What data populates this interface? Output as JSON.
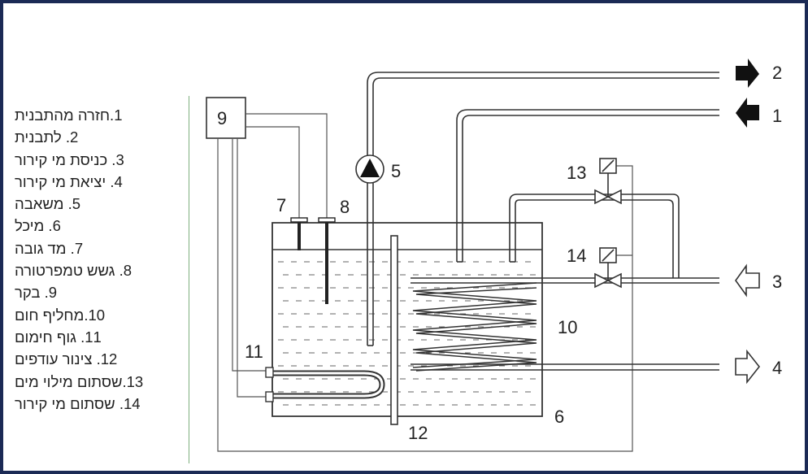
{
  "legend": [
    "1.חזרה מהתבנית",
    "2. לתבנית",
    "3. כניסת מי קירור",
    "4. יציאת מי קירור",
    "5. משאבה",
    "6. מיכל",
    "7. מד גובה",
    "8. גשש טמפרטורה",
    "9. בקר",
    "10.מחליף חום",
    "11. גוף חימום",
    "12. צינור עודפים",
    "13.שסתום מילוי מים",
    "14. שסתום מי קירור"
  ],
  "labels": {
    "n1": "1",
    "n2": "2",
    "n3": "3",
    "n4": "4",
    "n5": "5",
    "n6": "6",
    "n7": "7",
    "n8": "8",
    "n9": "9",
    "n10": "10",
    "n11": "11",
    "n12": "12",
    "n13": "13",
    "n14": "14"
  },
  "colors": {
    "frame": "#1b2a55",
    "line": "#333333",
    "separator": "#7fb07f"
  }
}
